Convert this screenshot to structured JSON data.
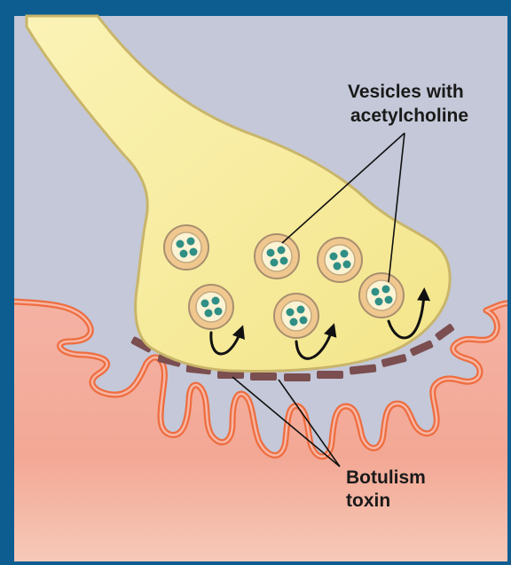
{
  "labels": {
    "vesicles_line1": "Vesicles with",
    "vesicles_line2": "acetylcholine",
    "toxin_line1": "Botulism",
    "toxin_line2": "toxin"
  },
  "colors": {
    "frame": "#0e5d91",
    "background": "#c4c8d8",
    "axon_terminal": "#f6ec9a",
    "axon_outline": "#c9b56a",
    "muscle_tissue": "#f2a899",
    "membrane": "#ee6d3f",
    "vesicle_outer": "#f0c88f",
    "vesicle_inner": "#fbf3d4",
    "acetylcholine": "#2f8f85",
    "toxin_block": "#7b4e50",
    "release_arrow": "#111111"
  },
  "icons": {
    "release_arrows": "curved-arrow"
  }
}
